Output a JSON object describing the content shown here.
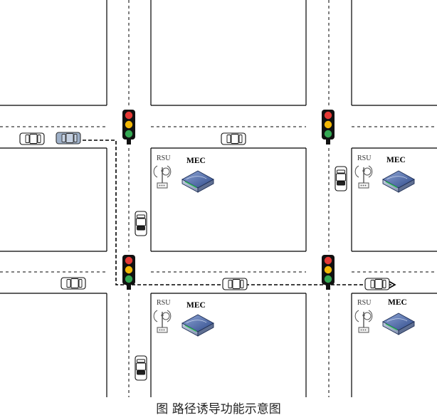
{
  "caption": "图  路径诱导功能示意图",
  "labels": {
    "rsu": "RSU",
    "mec": "MEC"
  },
  "colors": {
    "road_line": "#000000",
    "light_red": "#e53935",
    "light_yellow": "#f2b705",
    "light_green": "#34a853",
    "guided_car": "#9eb0c8",
    "mec_body": "#3d5a99"
  }
}
